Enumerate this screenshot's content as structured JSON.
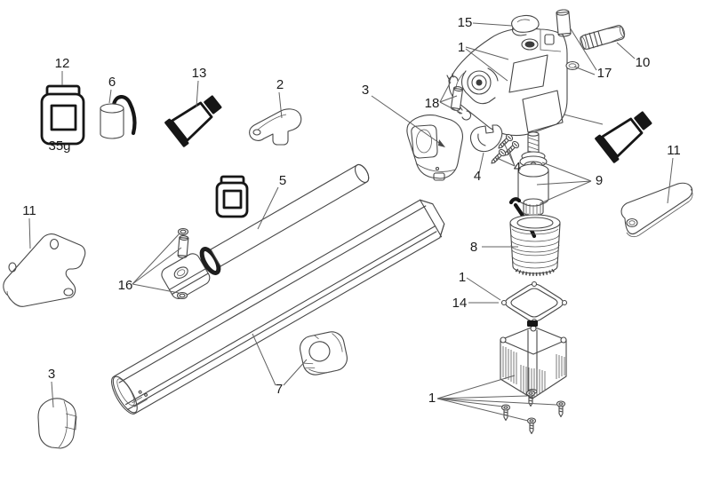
{
  "page": {
    "background": "#ffffff",
    "line_color": "#474747",
    "ink_color": "#161616",
    "label_color": "#1c1c1c",
    "leader_color": "#616161"
  },
  "diagram": {
    "kind": "exploded-parts-diagram",
    "annotations": {
      "grease_weight": "35g"
    },
    "callouts": [
      {
        "ref": "15",
        "target": "release-cap"
      },
      {
        "ref": "1",
        "target": "gear-housing"
      },
      {
        "ref": "10",
        "target": "ribbed-coupling"
      },
      {
        "ref": "17",
        "target": "pin-and-o-ring"
      },
      {
        "ref": "12",
        "target": "grease-jar"
      },
      {
        "ref": "6",
        "target": "capacitor"
      },
      {
        "ref": "13",
        "target": "adhesive-tube"
      },
      {
        "ref": "2",
        "target": "release-key-handle"
      },
      {
        "ref": "3",
        "target": "front-cover"
      },
      {
        "ref": "18",
        "target": "pin-and-circlips"
      },
      {
        "ref": "11",
        "target": "flat-bracket-right"
      },
      {
        "ref": "5",
        "target": "drive-rod"
      },
      {
        "ref": "4",
        "target": "saddle-clamp"
      },
      {
        "ref": "4",
        "target": "clamp-screws"
      },
      {
        "ref": "9",
        "target": "rotor"
      },
      {
        "ref": "8",
        "target": "stator-coil"
      },
      {
        "ref": "11",
        "target": "triangular-bracket-left"
      },
      {
        "ref": "1",
        "target": "gasket-corner-screw"
      },
      {
        "ref": "14",
        "target": "flange-gasket"
      },
      {
        "ref": "16",
        "target": "pin-and-washers"
      },
      {
        "ref": "3",
        "target": "end-cap"
      },
      {
        "ref": "7",
        "target": "tube-collar"
      },
      {
        "ref": "1",
        "target": "motor-body-and-screws"
      }
    ],
    "parts": [
      {
        "name": "grease-jar",
        "callout": "12",
        "caption": "35g"
      },
      {
        "name": "capacitor",
        "callout": "6"
      },
      {
        "name": "adhesive-tube",
        "callout": "13"
      },
      {
        "name": "release-key-handle",
        "callout": "2"
      },
      {
        "name": "front-cover",
        "callout": "3"
      },
      {
        "name": "gear-housing",
        "callout": "1"
      },
      {
        "name": "release-cap",
        "callout": "15"
      },
      {
        "name": "pin-and-circlips",
        "callout": "18"
      },
      {
        "name": "pin-and-o-ring",
        "callout": "17"
      },
      {
        "name": "ribbed-coupling",
        "callout": "10"
      },
      {
        "name": "adhesive-tube-right",
        "callout": ""
      },
      {
        "name": "flat-bracket",
        "callout": "11"
      },
      {
        "name": "saddle-clamp-and-screws",
        "callout": "4"
      },
      {
        "name": "rotor",
        "callout": "9"
      },
      {
        "name": "stator-coil",
        "callout": "8"
      },
      {
        "name": "flange-gasket",
        "callout": "14"
      },
      {
        "name": "motor-body-and-screws",
        "callout": "1"
      },
      {
        "name": "triangular-bracket",
        "callout": "11"
      },
      {
        "name": "drive-rod",
        "callout": "5"
      },
      {
        "name": "grease-jar-small",
        "callout": ""
      },
      {
        "name": "pin-and-washers",
        "callout": "16"
      },
      {
        "name": "outer-tube",
        "callout": ""
      },
      {
        "name": "tube-collar",
        "callout": "7"
      },
      {
        "name": "end-cap",
        "callout": "3"
      }
    ]
  }
}
